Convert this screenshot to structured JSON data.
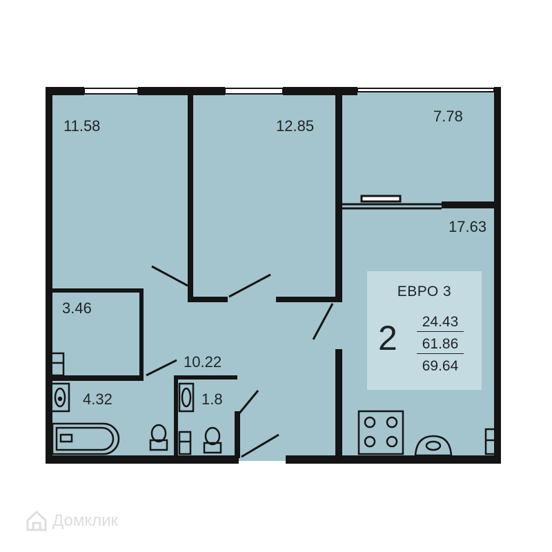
{
  "colors": {
    "room_fill": "#a4c5cd",
    "wall": "#141414",
    "info_box": "#c4dbe2",
    "text": "#1f2326"
  },
  "rooms": [
    {
      "name": "bedroom-left",
      "area": "11.58"
    },
    {
      "name": "bedroom-middle",
      "area": "12.85"
    },
    {
      "name": "balcony",
      "area": "7.78"
    },
    {
      "name": "kitchen-living",
      "area": "17.63"
    },
    {
      "name": "wardrobe",
      "area": "3.46"
    },
    {
      "name": "hallway",
      "area": "10.22"
    },
    {
      "name": "bathroom",
      "area": "4.32"
    },
    {
      "name": "toilet",
      "area": "1.8"
    }
  ],
  "info": {
    "title": "ЕВРО 3",
    "rooms_count": "2",
    "living_area": "24.43",
    "total_area": "61.86",
    "total_with_balcony": "69.64"
  },
  "watermark": {
    "text": "Домклик",
    "icon": "house-icon"
  }
}
